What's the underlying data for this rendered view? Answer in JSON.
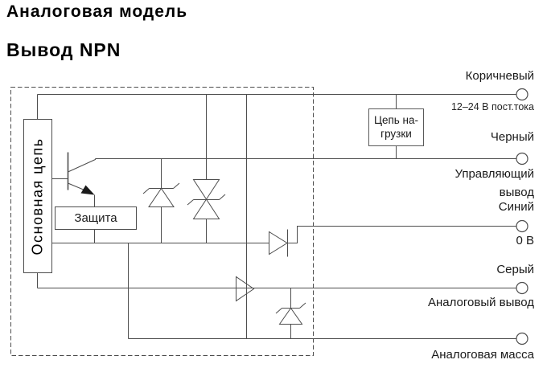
{
  "title": "Аналоговая модель",
  "subtitle": "Вывод NPN",
  "boxes": {
    "main_circuit": "Основная цепь",
    "protection": "Защита",
    "load": "Цепь на-\nгрузки"
  },
  "labels": {
    "brown": "Коричневый",
    "supply": "12–24 В пост.тока",
    "black": "Черный",
    "control": "Управляющий вывод",
    "blue": "Синий",
    "zero": "0 В",
    "gray": "Серый",
    "analog_out": "Аналоговый вывод",
    "analog_gnd": "Аналоговая масса"
  },
  "icons": {
    "npn_transistor": "npn-transistor-symbol",
    "zener_left": "zener-diode-symbol",
    "tvs_center": "bidirectional-zener-symbol",
    "output_diode": "diode-symbol",
    "buffer": "amplifier-triangle-symbol",
    "zener_analog": "zener-diode-symbol",
    "terminal": "open-circle-terminal"
  },
  "colors": {
    "line": "#4d4d4d",
    "text": "#1a1a1a",
    "background": "#ffffff"
  }
}
